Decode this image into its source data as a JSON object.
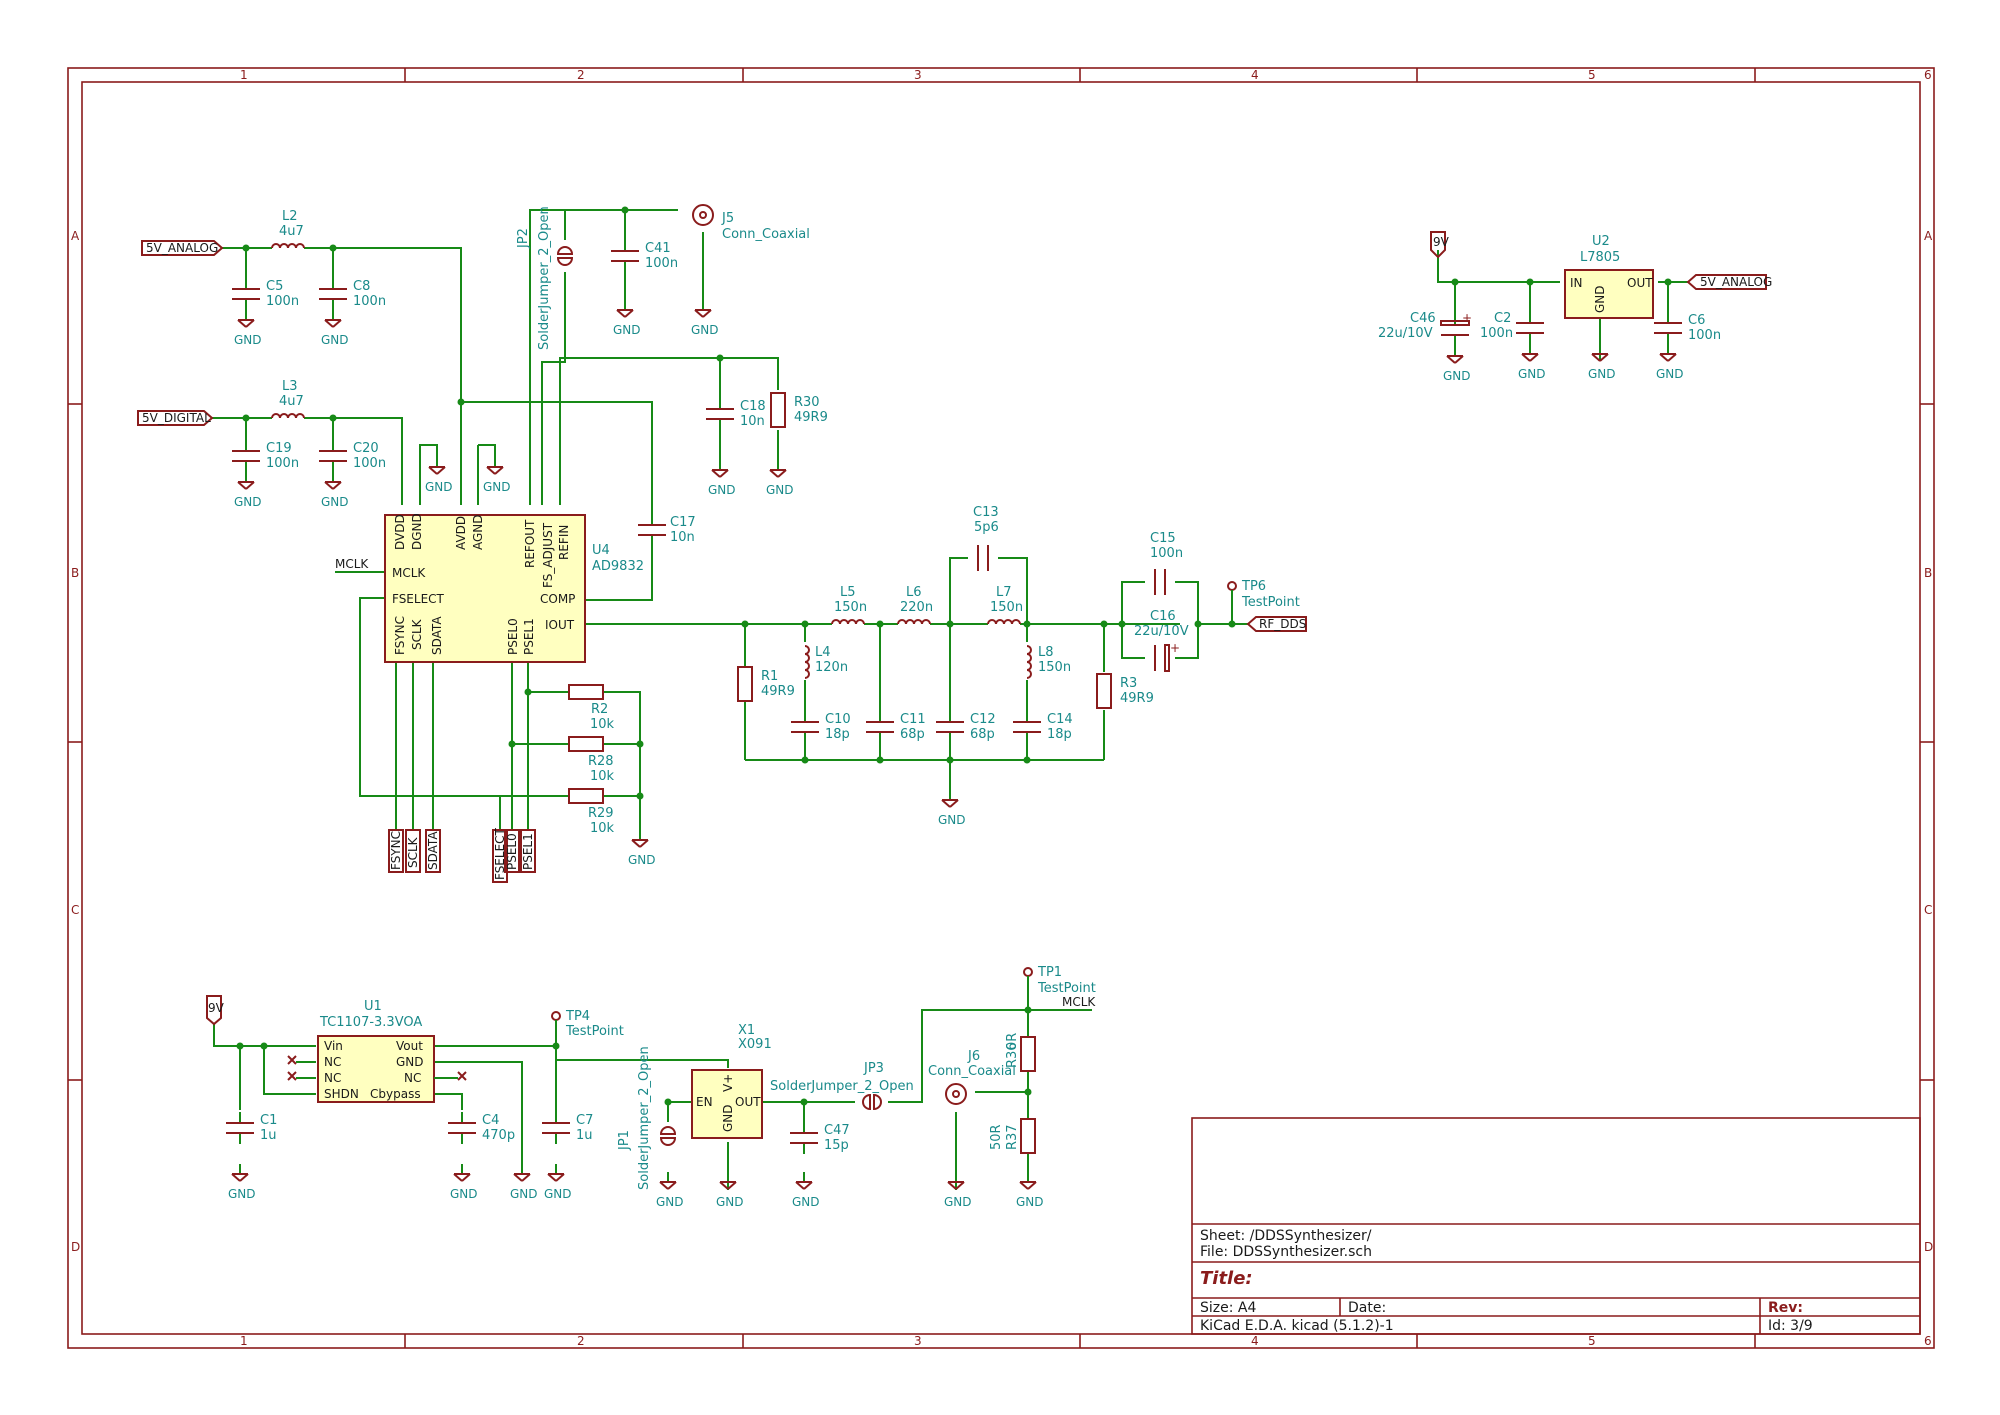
{
  "zones": {
    "columns": [
      "1",
      "2",
      "3",
      "4",
      "5",
      "6"
    ],
    "rows": [
      "A",
      "B",
      "C",
      "D"
    ]
  },
  "power_nets": {
    "analog": "5V_ANALOG",
    "digital": "5V_DIGITAL",
    "nine_volt": "9V",
    "ground": "GND",
    "rf_out": "RF_DDS",
    "mclk": "MCLK"
  },
  "components": {
    "L2": {
      "ref": "L2",
      "value": "4u7"
    },
    "L3": {
      "ref": "L3",
      "value": "4u7"
    },
    "C5": {
      "ref": "C5",
      "value": "100n"
    },
    "C8": {
      "ref": "C8",
      "value": "100n"
    },
    "C19": {
      "ref": "C19",
      "value": "100n"
    },
    "C20": {
      "ref": "C20",
      "value": "100n"
    },
    "JP2": {
      "ref": "JP2",
      "value": "SolderJumper_2_Open"
    },
    "C41": {
      "ref": "C41",
      "value": "100n"
    },
    "J5": {
      "ref": "J5",
      "value": "Conn_Coaxial"
    },
    "C18": {
      "ref": "C18",
      "value": "10n"
    },
    "R30": {
      "ref": "R30",
      "value": "49R9"
    },
    "C17": {
      "ref": "C17",
      "value": "10n"
    },
    "U4": {
      "ref": "U4",
      "value": "AD9832"
    },
    "C13": {
      "ref": "C13",
      "value": "5p6"
    },
    "L5": {
      "ref": "L5",
      "value": "150n"
    },
    "L6": {
      "ref": "L6",
      "value": "220n"
    },
    "L7": {
      "ref": "L7",
      "value": "150n"
    },
    "L4": {
      "ref": "L4",
      "value": "120n"
    },
    "L8": {
      "ref": "L8",
      "value": "150n"
    },
    "R1": {
      "ref": "R1",
      "value": "49R9"
    },
    "C10": {
      "ref": "C10",
      "value": "18p"
    },
    "C11": {
      "ref": "C11",
      "value": "68p"
    },
    "C12": {
      "ref": "C12",
      "value": "68p"
    },
    "C14": {
      "ref": "C14",
      "value": "18p"
    },
    "R3": {
      "ref": "R3",
      "value": "49R9"
    },
    "C15": {
      "ref": "C15",
      "value": "100n"
    },
    "C16": {
      "ref": "C16",
      "value": "22u/10V"
    },
    "TP6": {
      "ref": "TP6",
      "value": "TestPoint"
    },
    "R2": {
      "ref": "R2",
      "value": "10k"
    },
    "R28": {
      "ref": "R28",
      "value": "10k"
    },
    "R29": {
      "ref": "R29",
      "value": "10k"
    },
    "U2": {
      "ref": "U2",
      "value": "L7805"
    },
    "C46": {
      "ref": "C46",
      "value": "22u/10V"
    },
    "C2": {
      "ref": "C2",
      "value": "100n"
    },
    "C6": {
      "ref": "C6",
      "value": "100n"
    },
    "U1": {
      "ref": "U1",
      "value": "TC1107-3.3VOA"
    },
    "C1": {
      "ref": "C1",
      "value": "1u"
    },
    "C4": {
      "ref": "C4",
      "value": "470p"
    },
    "C7": {
      "ref": "C7",
      "value": "1u"
    },
    "TP4": {
      "ref": "TP4",
      "value": "TestPoint"
    },
    "X1": {
      "ref": "X1",
      "value": "X091"
    },
    "JP1": {
      "ref": "JP1",
      "value": "SolderJumper_2_Open"
    },
    "C47": {
      "ref": "C47",
      "value": "15p"
    },
    "JP3": {
      "ref": "JP3",
      "value": "SolderJumper_2_Open"
    },
    "J6": {
      "ref": "J6",
      "value": "Conn_Coaxial"
    },
    "TP1": {
      "ref": "TP1",
      "value": "TestPoint"
    },
    "R36": {
      "ref": "R36",
      "value": "0R"
    },
    "R37": {
      "ref": "R37",
      "value": "50R"
    }
  },
  "u4_pins": {
    "DVDD": "DVDD",
    "DGND": "DGND",
    "AVDD": "AVDD",
    "AGND": "AGND",
    "REFOUT": "REFOUT",
    "FS_ADJUST": "FS_ADJUST",
    "REFIN": "REFIN",
    "MCLK": "MCLK",
    "FSELECT": "FSELECT",
    "COMP": "COMP",
    "IOUT": "IOUT",
    "FSYNC": "FSYNC",
    "SCLK": "SCLK",
    "SDATA": "SDATA",
    "PSEL0": "PSEL0",
    "PSEL1": "PSEL1"
  },
  "u1_pins": {
    "Vin": "Vin",
    "NC": "NC",
    "SHDN": "SHDN",
    "Vout": "Vout",
    "GND": "GND",
    "Cbypass": "Cbypass"
  },
  "u2_pins": {
    "IN": "IN",
    "OUT": "OUT",
    "GND": "GND"
  },
  "x1_pins": {
    "EN": "EN",
    "OUT": "OUT",
    "Vplus": "V+",
    "GND": "GND"
  },
  "title_block": {
    "sheet": "Sheet: /DDSSynthesizer/",
    "file": "File: DDSSynthesizer.sch",
    "title_label": "Title:",
    "size": "Size: A4",
    "date": "Date:",
    "rev_label": "Rev:",
    "tool": "KiCad E.D.A.  kicad (5.1.2)-1",
    "id": "Id: 3/9"
  },
  "colors": {
    "frame": "#8a1c1c",
    "wire": "#178a17",
    "component_fill": "#ffffc0",
    "label_teal": "#1a8a8a"
  }
}
